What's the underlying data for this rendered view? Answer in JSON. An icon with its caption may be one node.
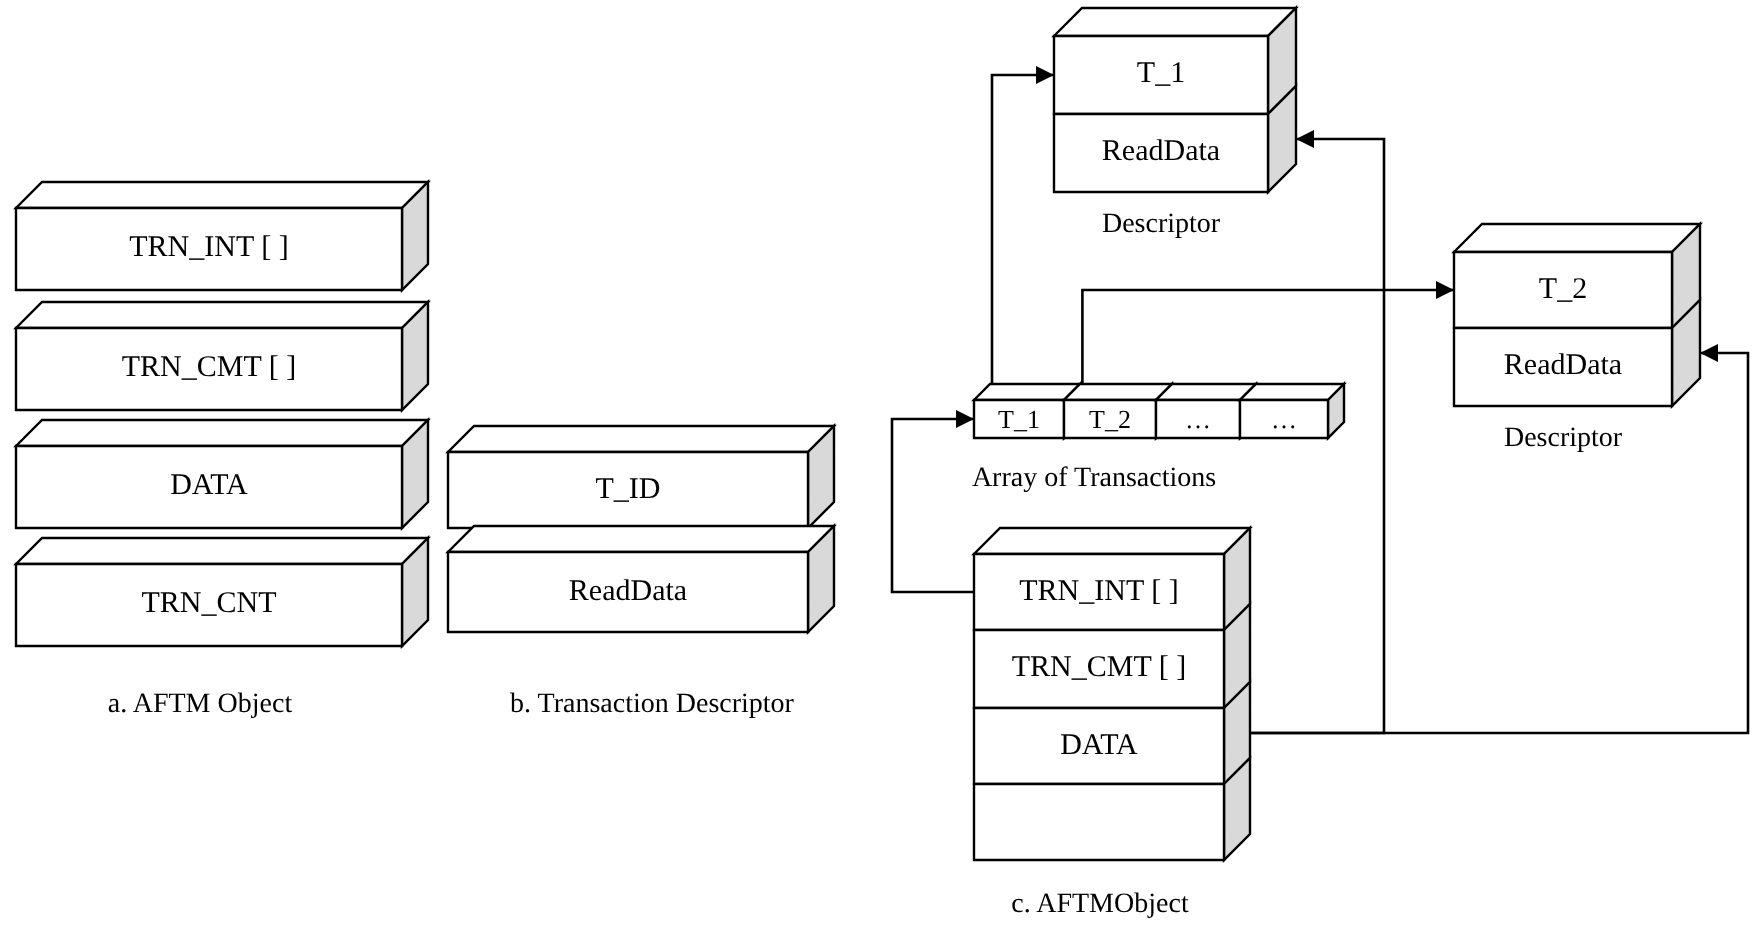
{
  "diagram": {
    "nodes": [
      {
        "text": [
          "TRN_INT [ ]"
        ]
      },
      {
        "text": [
          "TRN_CMT [ ]"
        ]
      },
      {
        "text": [
          "DATA"
        ]
      },
      {
        "text": [
          "TRN_CNT"
        ]
      },
      {
        "text": [
          "T_ID"
        ]
      },
      {
        "text": [
          "ReadData"
        ]
      },
      {
        "text": [
          "T_1"
        ]
      },
      {
        "text": [
          "ReadData"
        ],
        "beside": [
          "Descriptor"
        ]
      },
      {
        "text": [
          "T_2"
        ]
      },
      {
        "text": [
          "ReadData"
        ],
        "beside": [
          "Descriptor"
        ]
      },
      {
        "text": [
          "T_1"
        ]
      },
      {
        "text": [
          "T_2"
        ]
      },
      {
        "text": [
          "…"
        ]
      },
      {
        "text": [
          "…"
        ]
      },
      {
        "text": [
          "TRN_INT [ ]"
        ]
      },
      {
        "text": [
          "TRN_CMT [ ]"
        ]
      },
      {
        "text": [
          "DATA"
        ]
      },
      {
        "text": [],
        "shape": "box"
      }
    ],
    "edges": [
      {
        "from": 14,
        "to": 10,
        "arrow": "to"
      },
      {
        "from": 10,
        "to": 6,
        "arrow": "to"
      },
      {
        "from": 11,
        "to": 8,
        "arrow": "to"
      },
      {
        "from": 16,
        "to": 7,
        "arrow": "to"
      },
      {
        "from": 16,
        "to": 9,
        "arrow": "to"
      }
    ],
    "labels": [
      "a.  AFTM Object",
      "b. Transaction Descriptor",
      "Array of Transactions",
      "c. AFTMObject"
    ]
  }
}
